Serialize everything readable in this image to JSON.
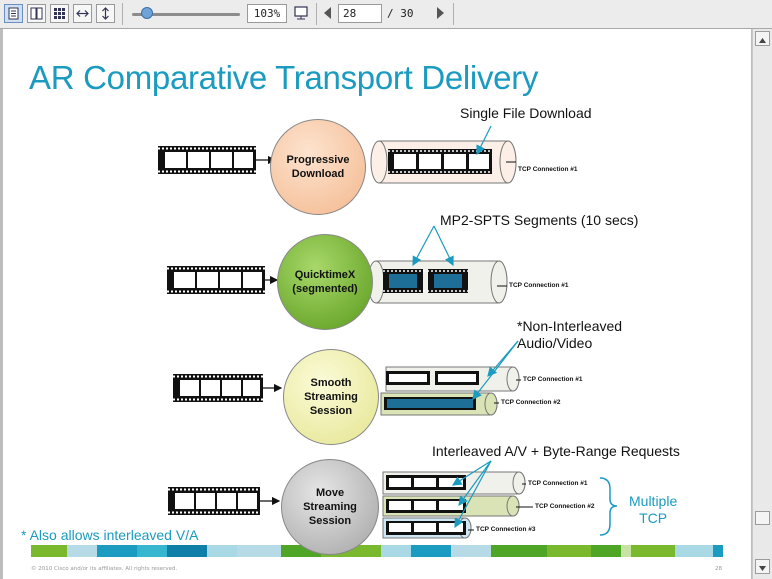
{
  "toolbar": {
    "zoom": "103%",
    "current_page": "28",
    "total_pages": "/ 30",
    "icons": [
      "single-page-icon",
      "continuous-page-icon",
      "thumbnail-grid-icon",
      "fit-width-icon",
      "fit-height-icon",
      "presentation-icon",
      "previous-page-icon",
      "next-page-icon"
    ]
  },
  "slide": {
    "title": "AR Comparative Transport Delivery",
    "rows": [
      {
        "method": "Progressive Download",
        "callout": "Single File Download",
        "connections": [
          "TCP Connection #1"
        ],
        "color": "#f6c9a8"
      },
      {
        "method": "QuicktimeX (segmented)",
        "callout": "MP2-SPTS Segments (10 secs)",
        "connections": [
          "TCP Connection #1"
        ],
        "color": "#7ab82e"
      },
      {
        "method": "Smooth Streaming Session",
        "callout": "*Non-Interleaved Audio/Video",
        "connections": [
          "TCP Connection #1",
          "TCP Connection #2"
        ],
        "color": "#f3f3b9"
      },
      {
        "method": "Move Streaming Session",
        "callout": "Interleaved A/V + Byte-Range Requests",
        "connections": [
          "TCP Connection #1",
          "TCP Connection #2",
          "TCP Connection #3"
        ],
        "color": "#c8c8c8"
      }
    ],
    "multiple_tcp": [
      "Multiple",
      "TCP"
    ],
    "footnote": "* Also allows interleaved V/A",
    "copyright": "© 2010 Cisco and/or its affiliates. All rights reserved.",
    "page_number": "28",
    "accent_color": "#1a9bbf"
  }
}
